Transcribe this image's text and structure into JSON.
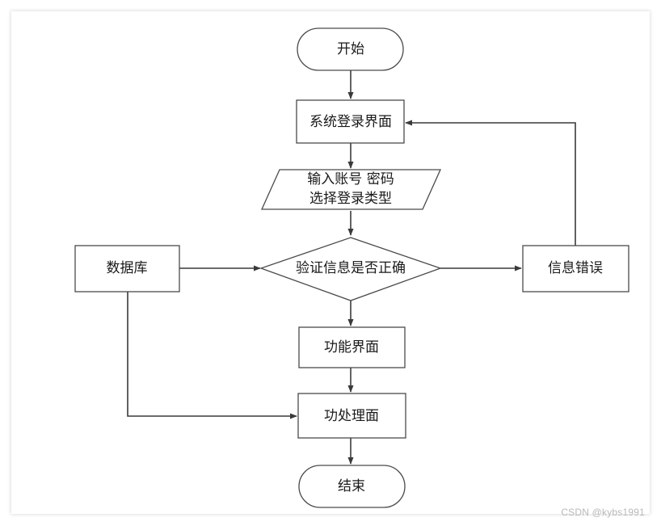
{
  "diagram": {
    "nodes": {
      "start": "开始",
      "login_screen": "系统登录界面",
      "input_line1": "输入账号 密码",
      "input_line2": "选择登录类型",
      "verify": "验证信息是否正确",
      "database": "数据库",
      "info_error": "信息错误",
      "function_screen": "功能界面",
      "process_screen": "功处理面",
      "end": "结束"
    },
    "colors": {
      "stroke": "#4a4a4a",
      "fill": "#ffffff",
      "text": "#1a1a1a"
    }
  },
  "watermark": "CSDN @kybs1991"
}
